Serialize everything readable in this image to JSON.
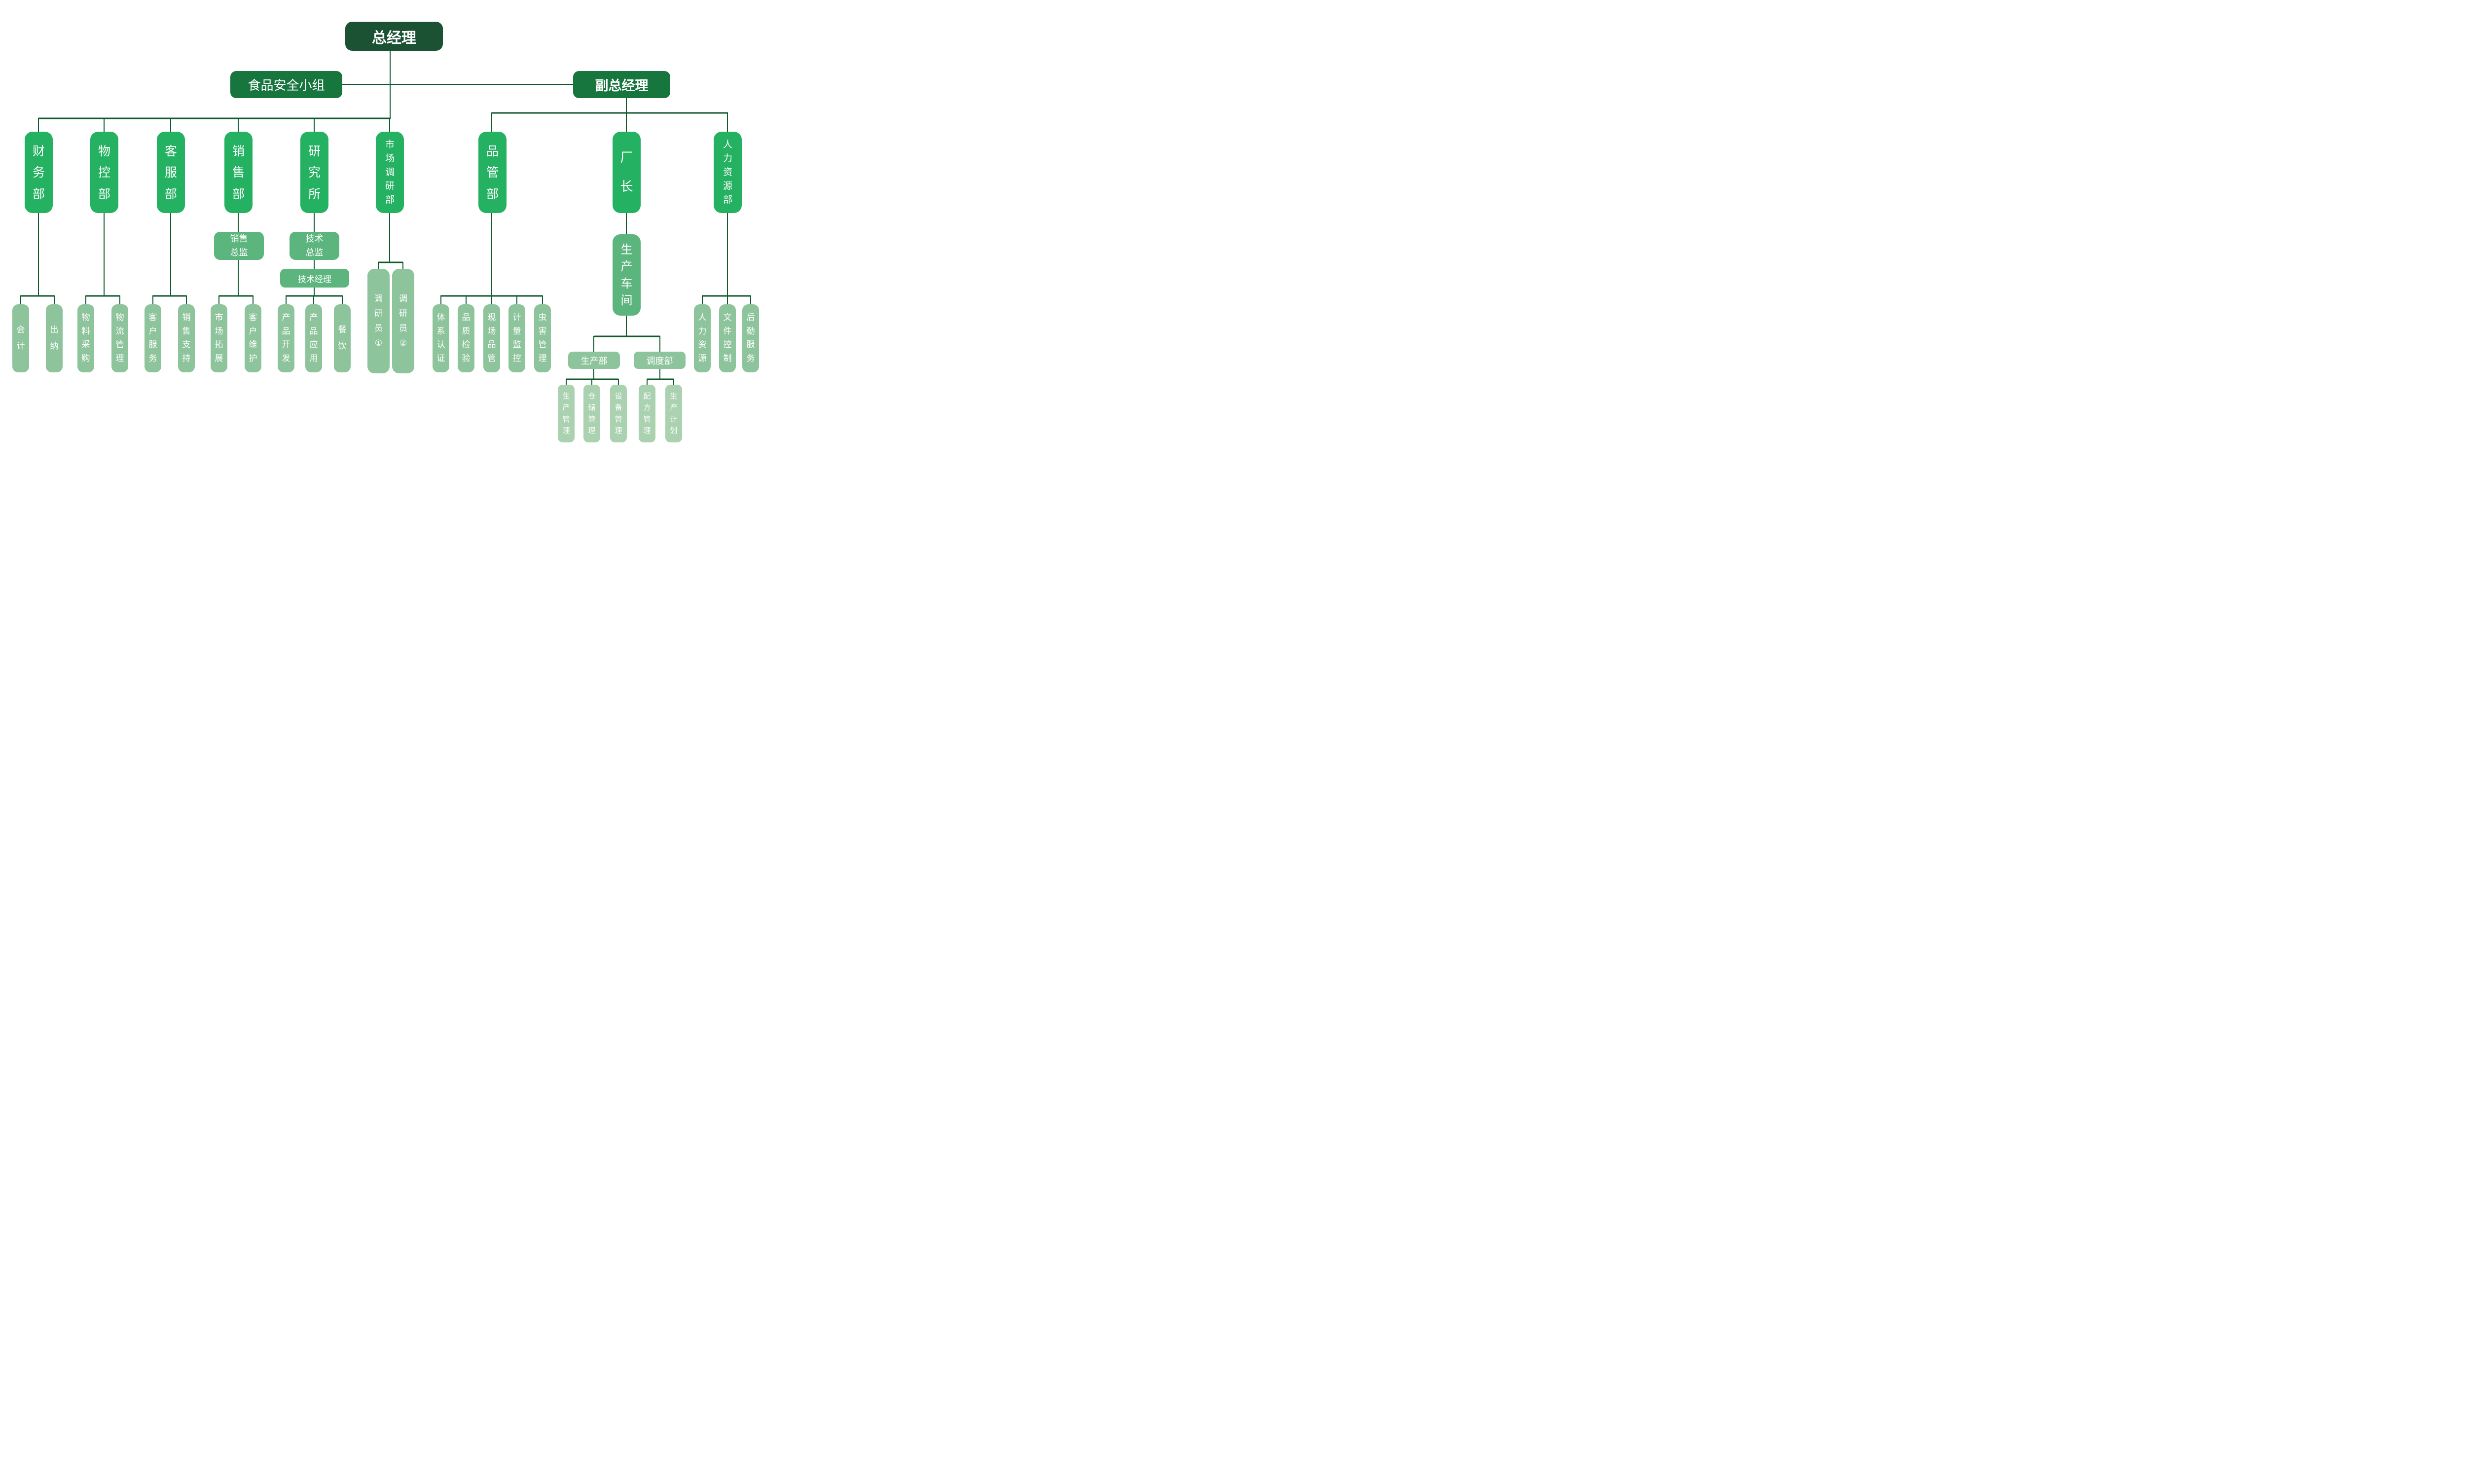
{
  "org": {
    "gm": "总经理",
    "fsg": "食品安全小组",
    "dgm": "副总经理",
    "dept": {
      "finance": "财务部",
      "material_control": "物控部",
      "customer_service": "客服部",
      "sales": "销售部",
      "research": "研究所",
      "market_research": "市场调研部",
      "quality": "品管部",
      "factory_director": "厂长",
      "human_resources": "人力资源部"
    },
    "mid": {
      "sales_director": "销售总监",
      "tech_director": "技术总监",
      "tech_manager": "技术经理",
      "production_workshop": "生产车间",
      "production_dept": "生产部",
      "dispatch_dept": "调度部"
    },
    "leaf": {
      "accounting": "会计",
      "cashier": "出纳",
      "material_purchasing": "物料采购",
      "logistics_mgmt": "物流管理",
      "customer_service": "客户服务",
      "sales_support": "销售支持",
      "market_expansion": "市场拓展",
      "customer_maintenance": "客户维护",
      "product_development": "产品开发",
      "product_application": "产品应用",
      "catering": "餐饮",
      "surveyor_1": "调研员①",
      "surveyor_2": "调研员②",
      "system_certification": "体系认证",
      "quality_inspection": "品质检验",
      "onsite_quality": "现场品管",
      "measurement_monitoring": "计量监控",
      "pest_management": "虫害管理",
      "human_resources": "人力资源",
      "document_control": "文件控制",
      "logistics_service": "后勤服务"
    },
    "sub": {
      "production_mgmt": "生产管理",
      "warehouse_mgmt": "仓储管理",
      "equipment_mgmt": "设备管理",
      "formula_mgmt": "配方管理",
      "production_planning": "生产计划"
    }
  },
  "colors": {
    "root_bg": "#1a5233",
    "executive_bg": "#17753e",
    "department_bg": "#24b161",
    "manager_bg": "#5db57e",
    "leaf_bg": "#8ec49c",
    "sub_leaf_bg": "#aad1b0",
    "connector": "#115a2e",
    "text": "#ffffff"
  }
}
